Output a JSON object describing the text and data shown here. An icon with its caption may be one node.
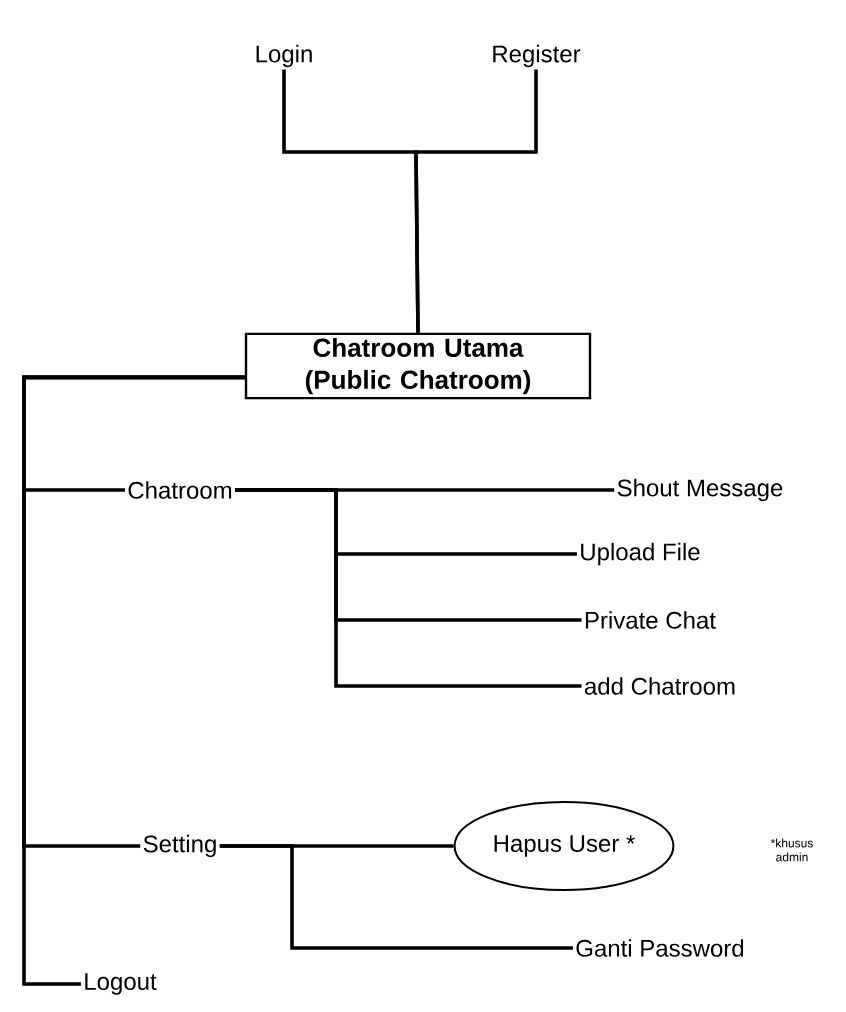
{
  "diagram": {
    "nodes": [
      {
        "text": [
          "Login"
        ]
      },
      {
        "text": [
          "Register"
        ]
      },
      {
        "text": [
          "Chatroom Utama (Public Chatroom)"
        ]
      },
      {
        "text": [
          "Chatroom"
        ]
      },
      {
        "text": [
          "Shout Message"
        ]
      },
      {
        "text": [
          "Upload File"
        ]
      },
      {
        "text": [
          "Private Chat"
        ]
      },
      {
        "text": [
          "add Chatroom"
        ]
      },
      {
        "text": [
          "Setting"
        ]
      },
      {
        "text": [
          "Hapus User *"
        ]
      },
      {
        "text": [
          "Ganti Password"
        ]
      },
      {
        "text": [
          "Logout"
        ]
      }
    ],
    "edges": [
      {
        "from": 0,
        "to": 2,
        "arrow": "none"
      },
      {
        "from": 1,
        "to": 2,
        "arrow": "none"
      },
      {
        "from": 2,
        "to": 3,
        "arrow": "none"
      },
      {
        "from": 2,
        "to": 8,
        "arrow": "none"
      },
      {
        "from": 2,
        "to": 11,
        "arrow": "none"
      },
      {
        "from": 3,
        "to": 4,
        "arrow": "none"
      },
      {
        "from": 3,
        "to": 5,
        "arrow": "none"
      },
      {
        "from": 3,
        "to": 6,
        "arrow": "none"
      },
      {
        "from": 3,
        "to": 7,
        "arrow": "none"
      },
      {
        "from": 8,
        "to": 9,
        "arrow": "none"
      },
      {
        "from": 8,
        "to": 10,
        "arrow": "none"
      }
    ],
    "labels": [
      "*khusus admin"
    ]
  }
}
